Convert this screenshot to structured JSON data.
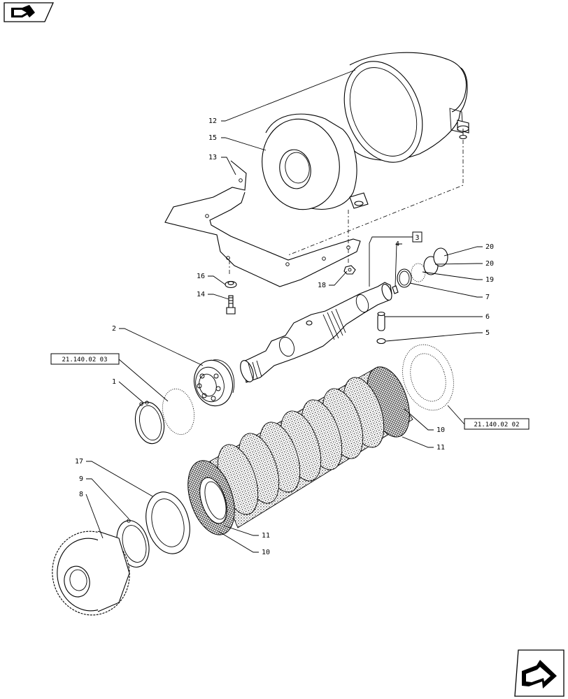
{
  "labels": {
    "p1": "1",
    "p2": "2",
    "p3": "3",
    "p4": "4",
    "p5": "5",
    "p6": "6",
    "p7": "7",
    "p8": "8",
    "p9": "9",
    "p10a": "10",
    "p10b": "10",
    "p11a": "11",
    "p11b": "11",
    "p12": "12",
    "p13": "13",
    "p14": "14",
    "p15": "15",
    "p16": "16",
    "p17": "17",
    "p18": "18",
    "p19": "19",
    "p20a": "20",
    "p20b": "20"
  },
  "refs": {
    "left": "21.140.02 03",
    "right": "21.140.02 02"
  },
  "icons": {
    "top_left": "book-arrow-icon",
    "bottom_right": "next-page-arrow-icon"
  }
}
